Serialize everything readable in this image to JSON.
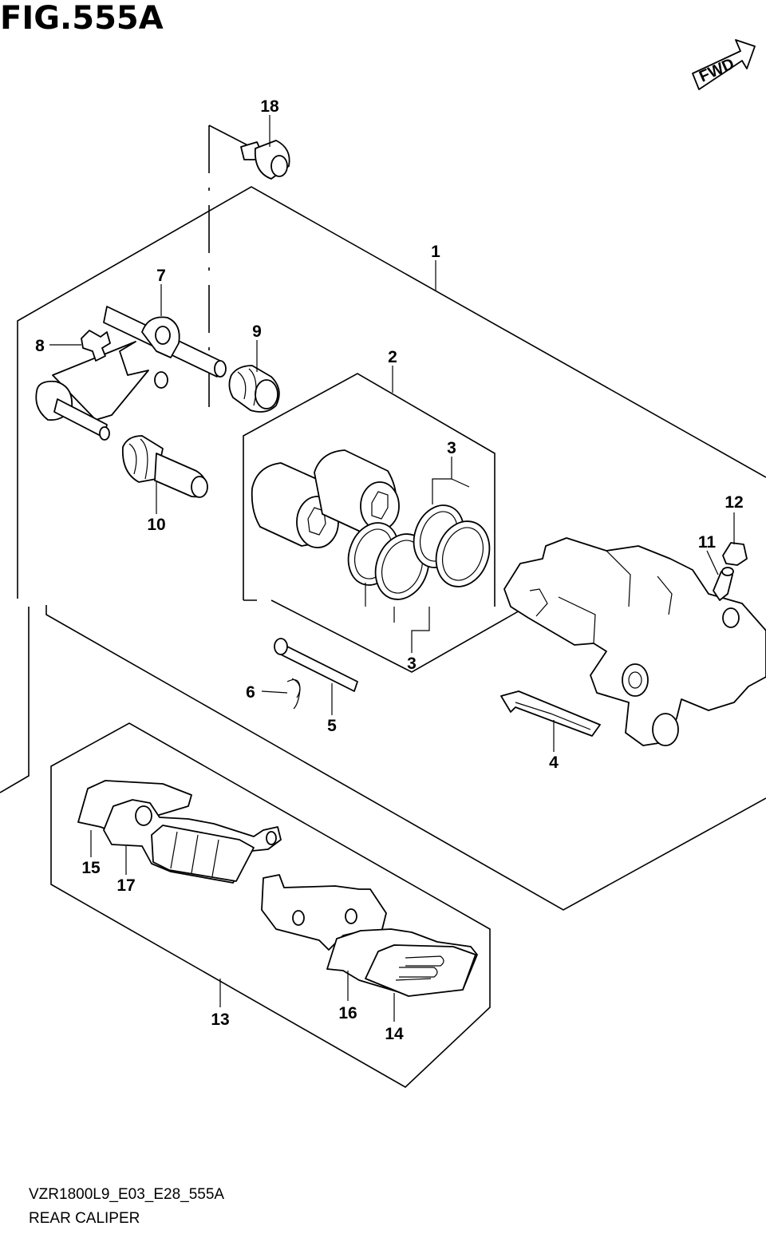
{
  "figure": {
    "title": "FIG.555A",
    "code": "VZR1800L9_E03_E28_555A",
    "name": "REAR CALIPER",
    "direction_label": "FWD"
  },
  "callouts": {
    "c1": "1",
    "c2": "2",
    "c3a": "3",
    "c3b": "3",
    "c4": "4",
    "c5": "5",
    "c6": "6",
    "c7": "7",
    "c8": "8",
    "c9": "9",
    "c10": "10",
    "c11": "11",
    "c12": "12",
    "c13": "13",
    "c14": "14",
    "c15": "15",
    "c16": "16",
    "c17": "17",
    "c18": "18"
  }
}
